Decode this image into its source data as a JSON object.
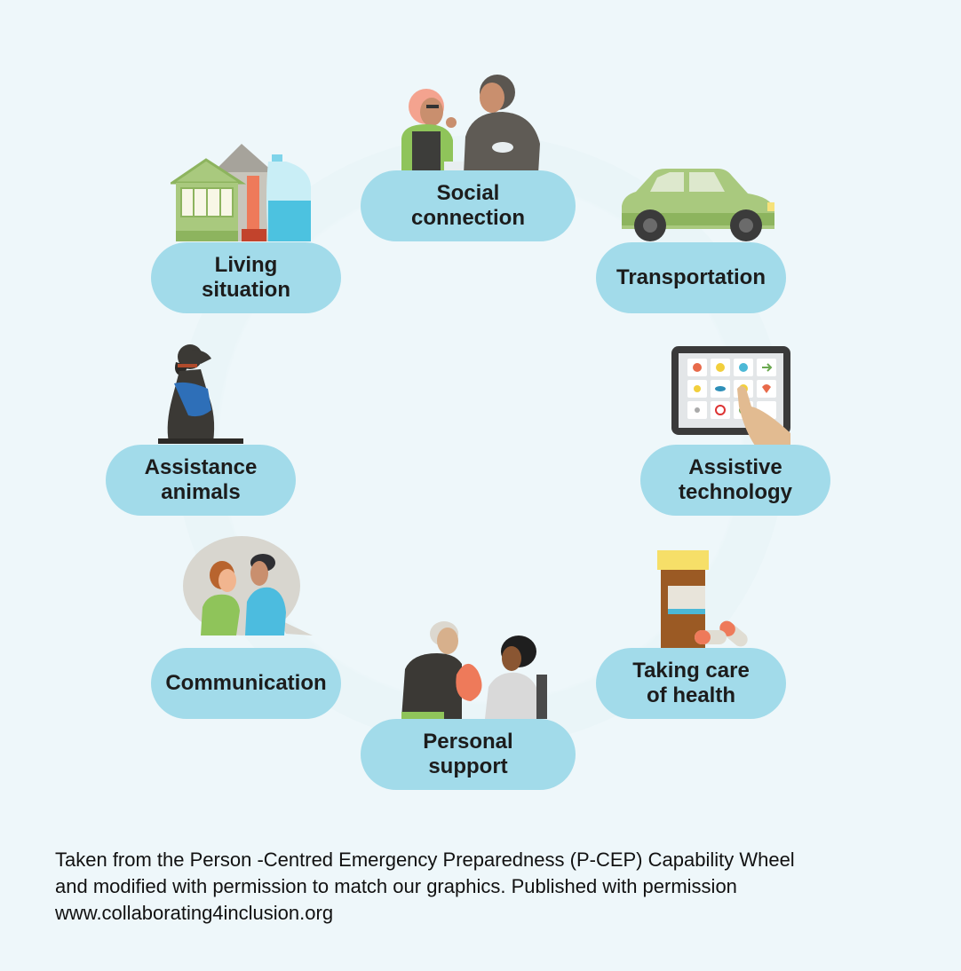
{
  "items": {
    "social": {
      "label": "Social\nconnection",
      "icon": "two-people-talking-icon"
    },
    "transport": {
      "label": "Transportation",
      "icon": "car-icon"
    },
    "living": {
      "label": "Living\nsituation",
      "icon": "house-and-water-icon"
    },
    "assistance": {
      "label": "Assistance\nanimals",
      "icon": "service-dog-icon"
    },
    "assistive": {
      "label": "Assistive\ntechnology",
      "icon": "tablet-icon"
    },
    "communication": {
      "label": "Communication",
      "icon": "speech-bubble-icon"
    },
    "health": {
      "label": "Taking care\nof health",
      "icon": "medicine-bottle-icon"
    },
    "personal": {
      "label": "Personal\nsupport",
      "icon": "helping-hands-icon"
    }
  },
  "caption": {
    "line1": "Taken from the Person -Centred Emergency Preparedness (P-CEP) Capability Wheel",
    "line2": "and modified with permission to match our graphics. Published with permission",
    "line3": "www.collaborating4inclusion.org"
  },
  "colors": {
    "background": "#eef7fa",
    "pill": "#a2dbea",
    "text": "#1c1c1c"
  }
}
